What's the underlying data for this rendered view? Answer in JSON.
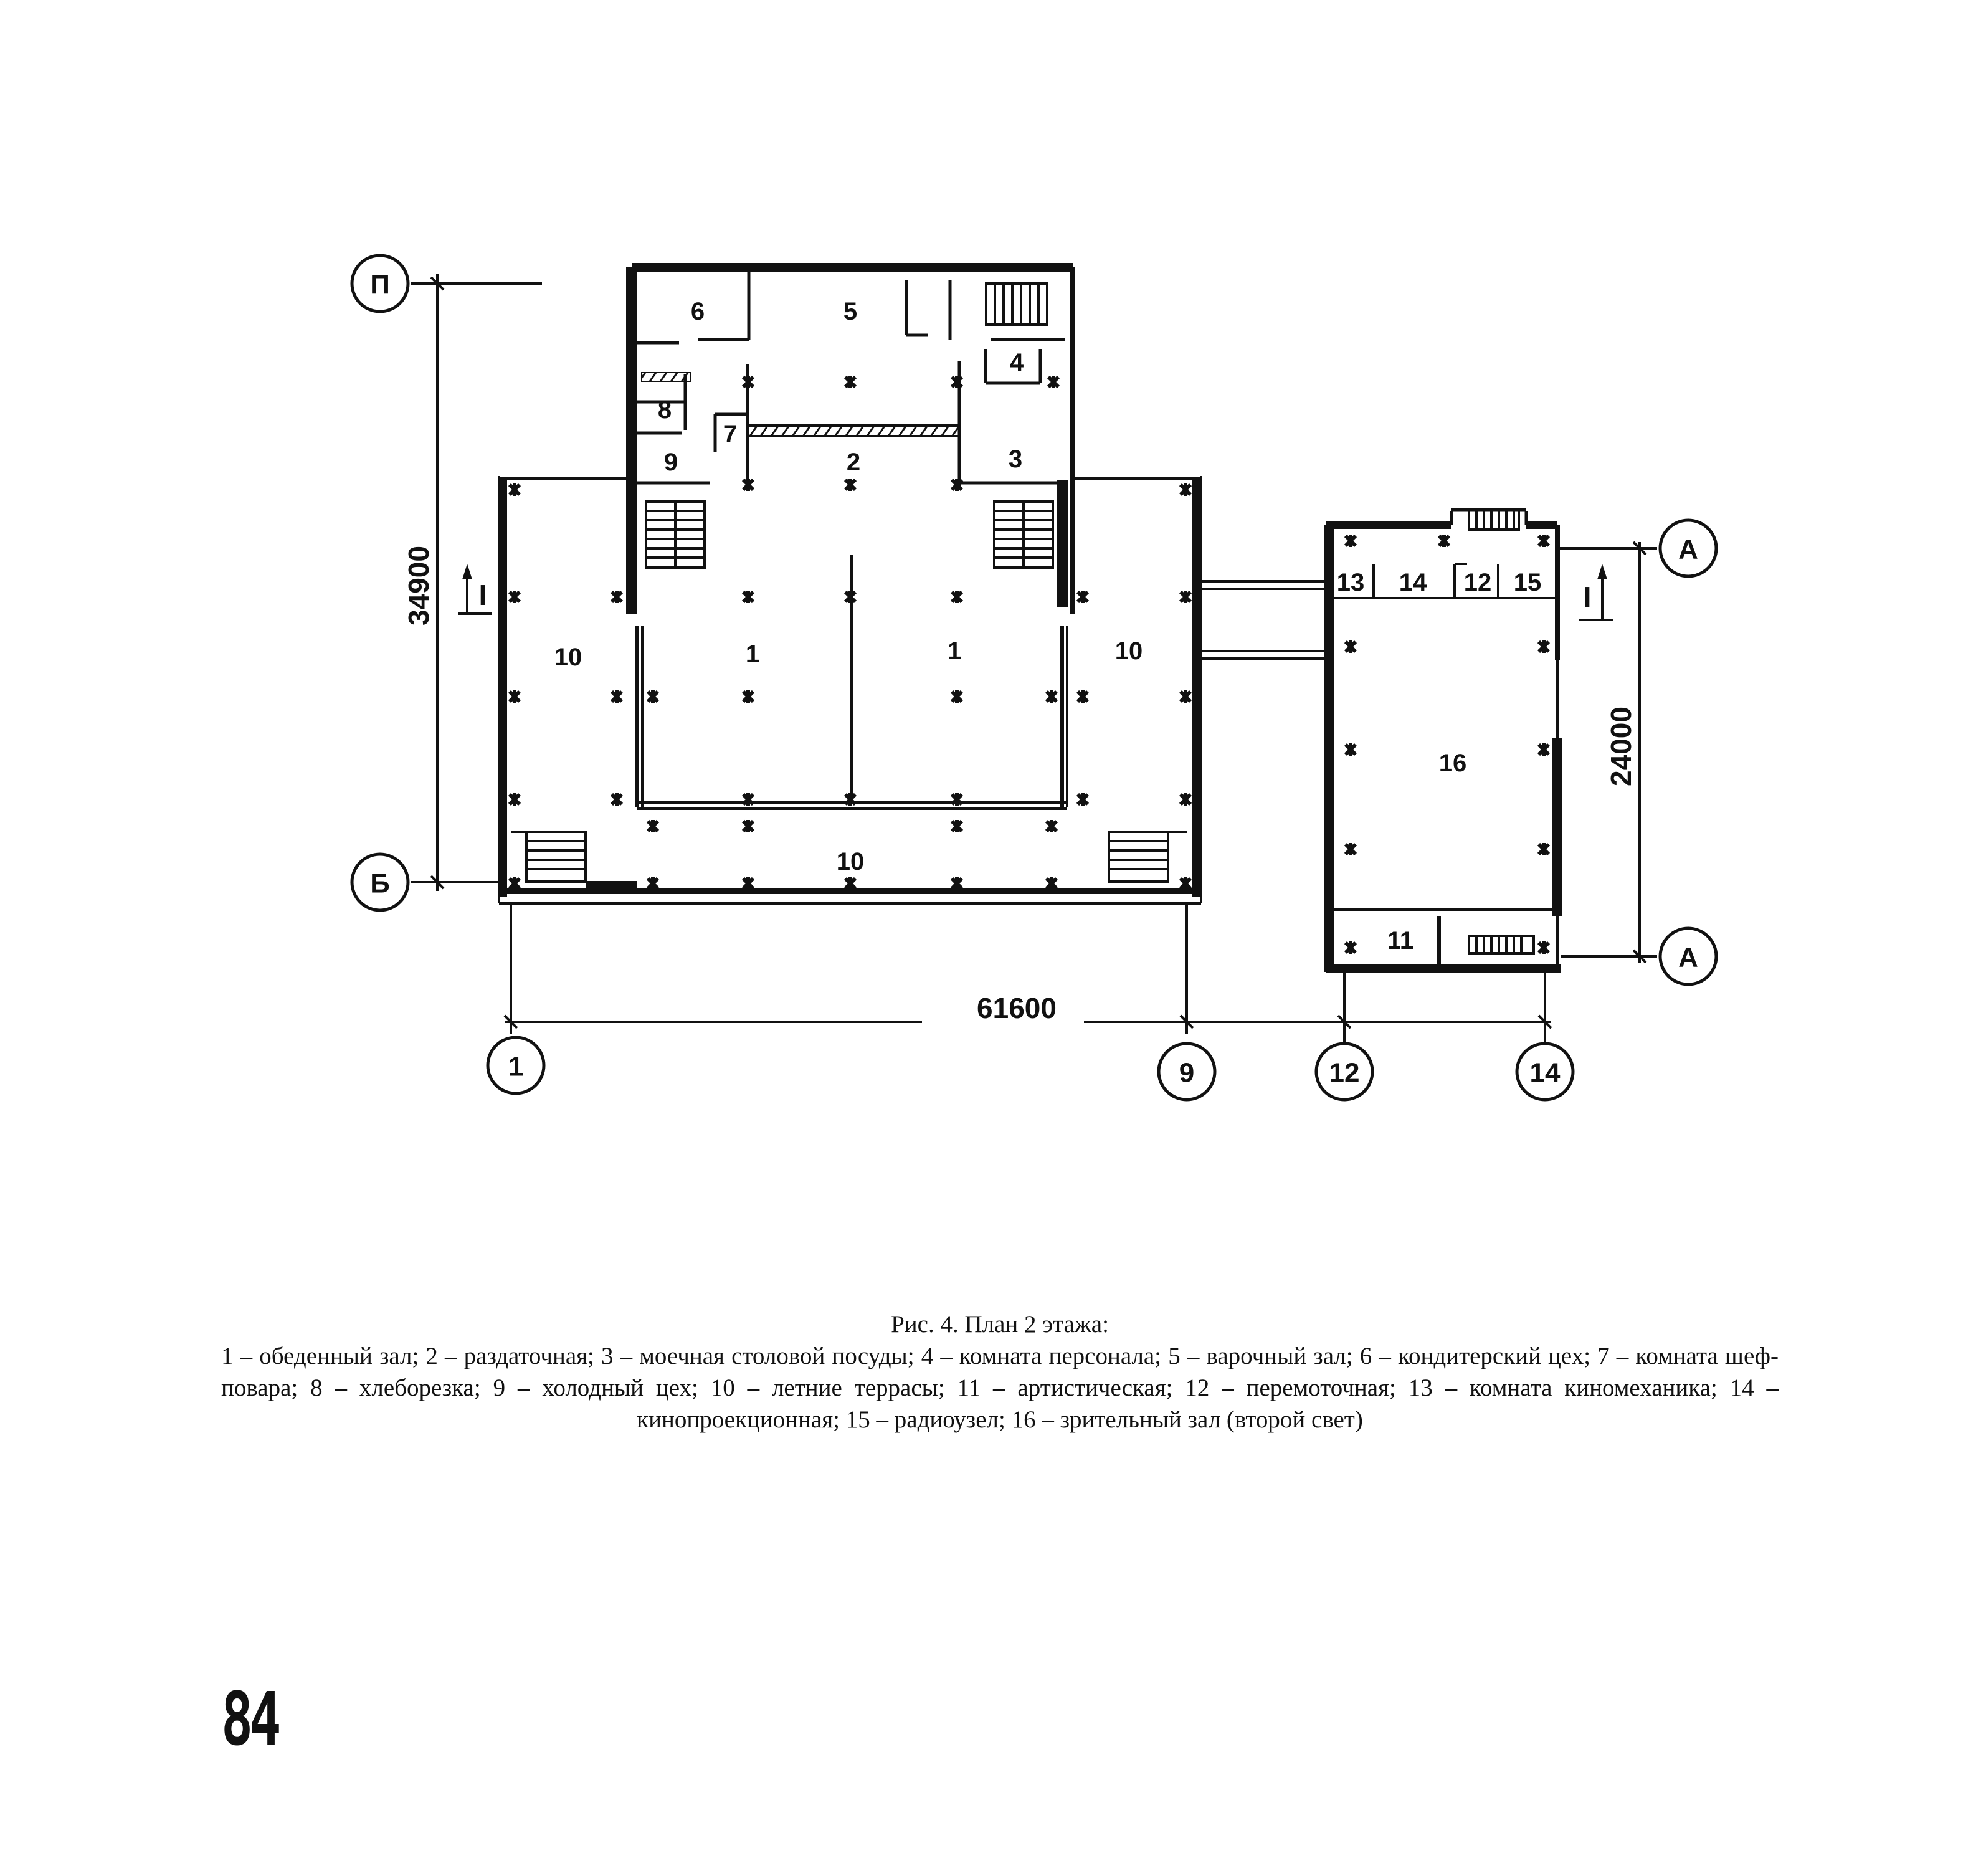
{
  "figure": {
    "rooms": {
      "r1a": "1",
      "r1b": "1",
      "r2": "2",
      "r3": "3",
      "r4": "4",
      "r5": "5",
      "r6": "6",
      "r7": "7",
      "r8": "8",
      "r9": "9",
      "r10a": "10",
      "r10b": "10",
      "r10c": "10",
      "r11": "11",
      "r12": "12",
      "r13": "13",
      "r14": "14",
      "r15": "15",
      "r16": "16"
    },
    "axes": {
      "p": "П",
      "b": "Б",
      "a_top": "А",
      "a_bottom": "А",
      "c1": "1",
      "c9": "9",
      "c12": "12",
      "c14": "14"
    },
    "dimensions": {
      "width_main": "61600",
      "height_main": "34900",
      "height_annex": "24000"
    },
    "section_marks": {
      "left": "I",
      "right": "I"
    }
  },
  "caption": {
    "title": "Рис. 4. План 2 этажа:",
    "items": [
      "1 – обеденный зал;",
      "2 – раздаточная;",
      "3 – моечная столовой посуды;",
      "4 – комната персонала;",
      "5 – варочный зал;",
      "6 – кондитерский цех;",
      "7 – комната шеф-повара;",
      "8 – хлеборезка;",
      "9 – холодный цех;",
      "10 – летние террасы;",
      "11 – артистическая;",
      "12 – перемоточная;",
      "13 – комната киномеханика;",
      "14 – кинопроекционная;",
      "15 – радиоузел;",
      "16 – зрительный зал (второй свет)"
    ]
  },
  "page_number": "84"
}
